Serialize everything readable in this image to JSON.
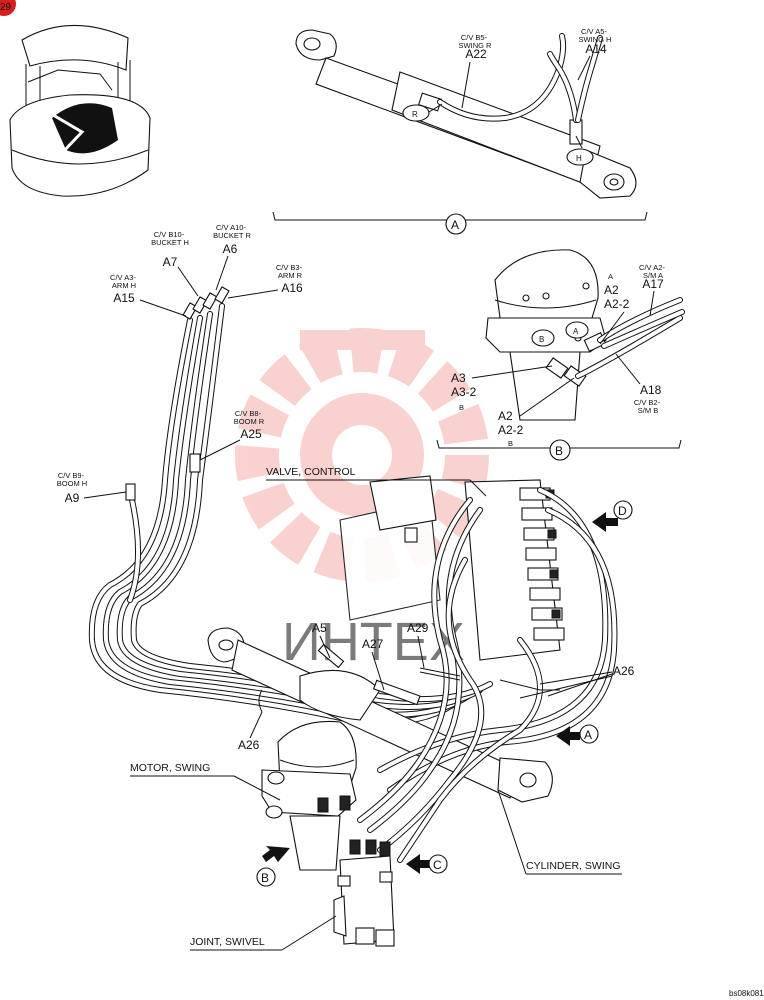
{
  "page_badge": "29",
  "footer_id": "bs08k081",
  "watermark": "ИНТЕХ",
  "components": {
    "valve_control": "VALVE, CONTROL",
    "motor_swing": "MOTOR, SWING",
    "cylinder_swing": "CYLINDER, SWING",
    "joint_swivel": "JOINT, SWIVEL"
  },
  "views": {
    "a": "A",
    "b": "B",
    "c": "C",
    "d": "D"
  },
  "detail_a": {
    "port_r": "R",
    "port_h": "H",
    "a22_desc": "C/V B5-\nSWING R",
    "a22": "A22",
    "a14_desc": "C/V A5-\nSWING H",
    "a14": "A14"
  },
  "detail_b": {
    "port_b": "B",
    "port_a": "A",
    "a_small": "A",
    "a2": "A2",
    "a2_2": "A2-2",
    "a17_desc": "C/V A2-\nS/M A",
    "a17": "A17",
    "a3": "A3",
    "a3_2": "A3-2",
    "b_small_1": "B",
    "a18": "A18",
    "a18_desc": "C/V B2-\nS/M B",
    "a2_lower": "A2",
    "a2_2_lower": "A2-2",
    "b_small_2": "B"
  },
  "hoses": {
    "a7_desc": "C/V B10-\nBUCKET H",
    "a7": "A7",
    "a6_desc": "C/V A10-\nBUCKET R",
    "a6": "A6",
    "a15_desc": "C/V A3-\nARM H",
    "a15": "A15",
    "a16_desc": "C/V B3-\nARM R",
    "a16": "A16",
    "a25_desc": "C/V B8-\nBOOM R",
    "a25": "A25",
    "a9_desc": "C/V B9-\nBOOM H",
    "a9": "A9",
    "a5": "A5",
    "a27": "A27",
    "a29": "A29",
    "a26_right": "A26",
    "a26_left": "A26"
  }
}
